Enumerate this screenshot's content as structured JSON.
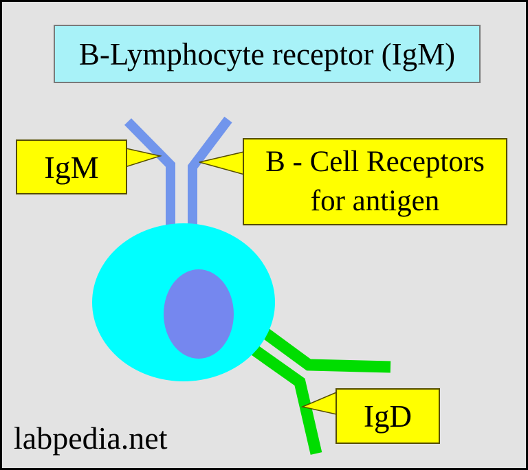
{
  "header": {
    "title": "B-Lymphocyte receptor (IgM)"
  },
  "callouts": {
    "igm": {
      "label": "IgM"
    },
    "bcr": {
      "line1": "B - Cell Receptors",
      "line2": "for antigen"
    },
    "igd": {
      "label": "IgD"
    }
  },
  "footer": {
    "watermark": "labpedia.net"
  },
  "colors": {
    "background": "#e3e3e3",
    "frame_border": "#000000",
    "title_fill": "#a8f2f8",
    "title_border": "#7a7a7a",
    "label_fill": "#ffff00",
    "label_border": "#554d00",
    "cell_fill": "#00ffff",
    "nucleus_fill": "#7587ef",
    "igm_receptor_color": "#7195ec",
    "igd_receptor_color": "#00dd00",
    "text": "#000000"
  }
}
